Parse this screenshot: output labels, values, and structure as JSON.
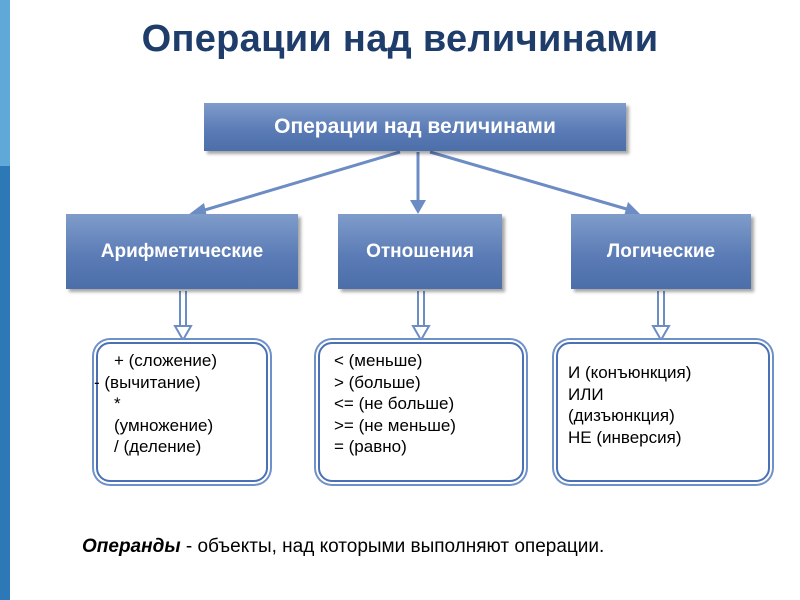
{
  "title": "Операции над величинами",
  "diagram": {
    "root": {
      "label": "Операции над величинами"
    },
    "categories": [
      {
        "label": "Арифметические",
        "operations": [
          "+ (сложение)",
          "- (вычитание)",
          "*",
          "(умножение)",
          "/ (деление)"
        ]
      },
      {
        "label": "Отношения",
        "operations": [
          "< (меньше)",
          "> (больше)",
          "<= (не больше)",
          ">= (не меньше)",
          "=  (равно)"
        ]
      },
      {
        "label": "Логические",
        "operations": [
          "И   (конъюнкция)",
          "ИЛИ",
          "(дизъюнкция)",
          "НЕ (инверсия)"
        ]
      }
    ]
  },
  "footnote": {
    "term": "Операнды",
    "text": " - объекты, над которыми выполняют операции."
  },
  "colors": {
    "title": "#1f3d6a",
    "node_fill": "#5b7cb6",
    "arrow": "#6c8cc4",
    "box_border": "#4a71b5",
    "accent_light": "#5fa9d8",
    "accent_dark": "#2d79b8"
  }
}
